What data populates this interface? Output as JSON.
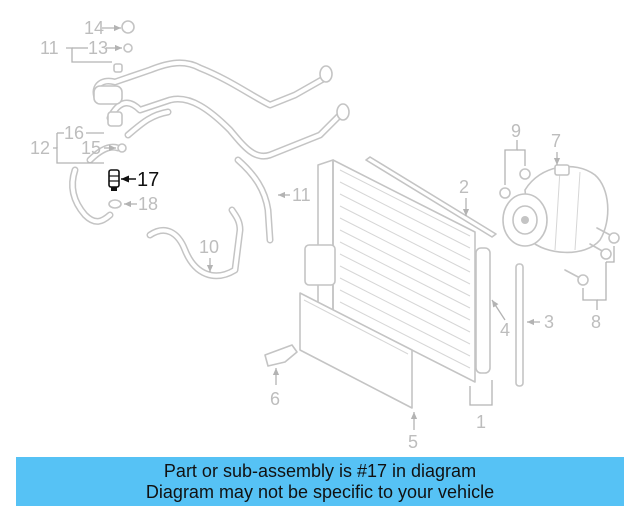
{
  "diagram": {
    "callouts": {
      "c1": "1",
      "c2": "2",
      "c3": "3",
      "c4": "4",
      "c5": "5",
      "c6": "6",
      "c7": "7",
      "c8": "8",
      "c9": "9",
      "c10": "10",
      "c11a": "11",
      "c11b": "11",
      "c12": "12",
      "c13": "13",
      "c14": "14",
      "c15": "15",
      "c16": "16",
      "c17": "17",
      "c18": "18"
    },
    "highlighted_callout": "17",
    "colors": {
      "highlight": "#111111",
      "muted": "#bdbdbd",
      "banner": "#56c2f5"
    }
  },
  "banner": {
    "line1": "Part or sub-assembly is #17 in diagram",
    "line2": "Diagram may not be specific to your vehicle"
  }
}
